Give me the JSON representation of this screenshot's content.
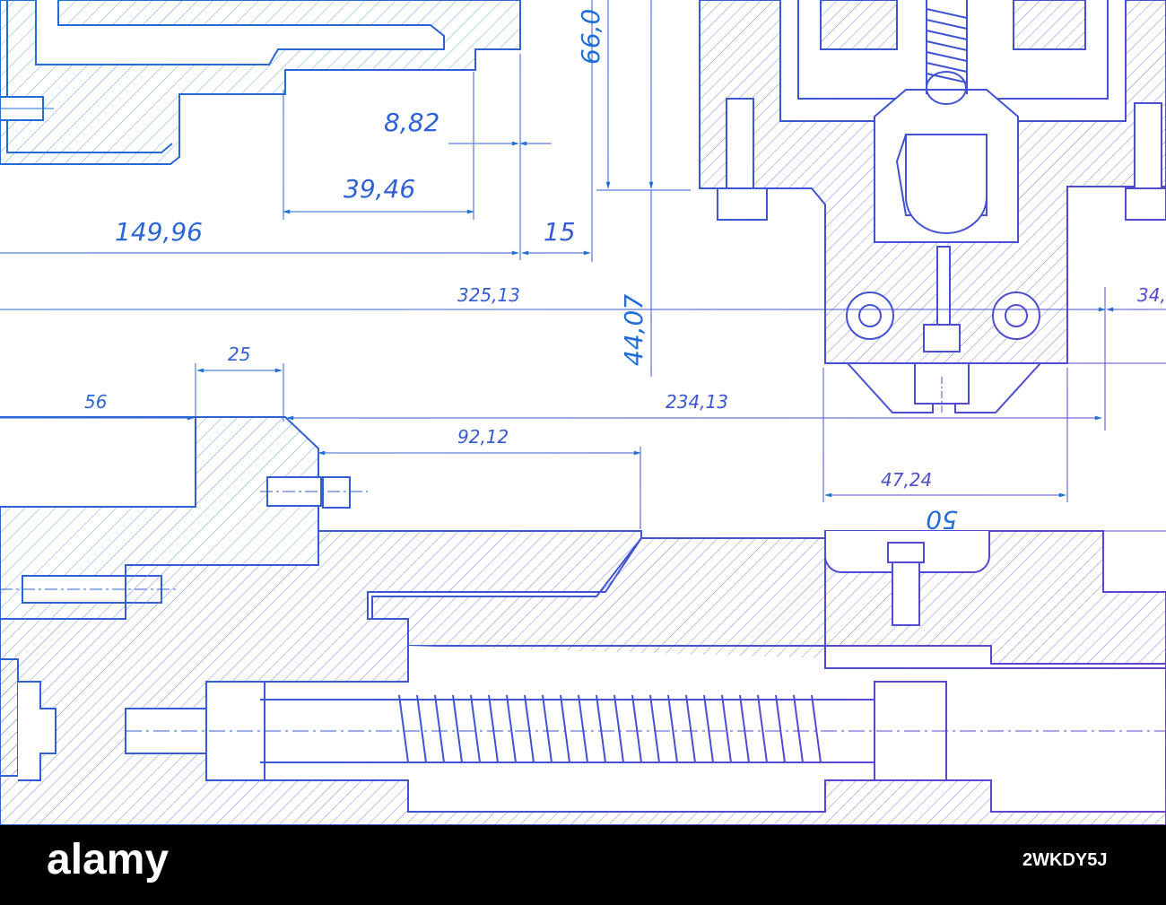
{
  "colors": {
    "line_left": "#1f6fd6",
    "line_right": "#6a3fd0",
    "hatch_left": "#6aa7e8",
    "hatch_right": "#8d7fe0",
    "paper": "#ffffff",
    "footer": "#000000",
    "footer_text": "#ffffff"
  },
  "dimensions": {
    "d_66": "66,0",
    "d_8_82": "8,82",
    "d_39_46": "39,46",
    "d_149_96": "149,96",
    "d_15": "15",
    "d_325_13": "325,13",
    "d_44_07": "44,07",
    "d_34": "34,",
    "d_25": "25",
    "d_56": "56",
    "d_234_13": "234,13",
    "d_92_12": "92,12",
    "d_47_24": "47,24",
    "d_50": "50"
  },
  "footer": {
    "logo": "alamy",
    "image_id": "2WKDY5J"
  }
}
